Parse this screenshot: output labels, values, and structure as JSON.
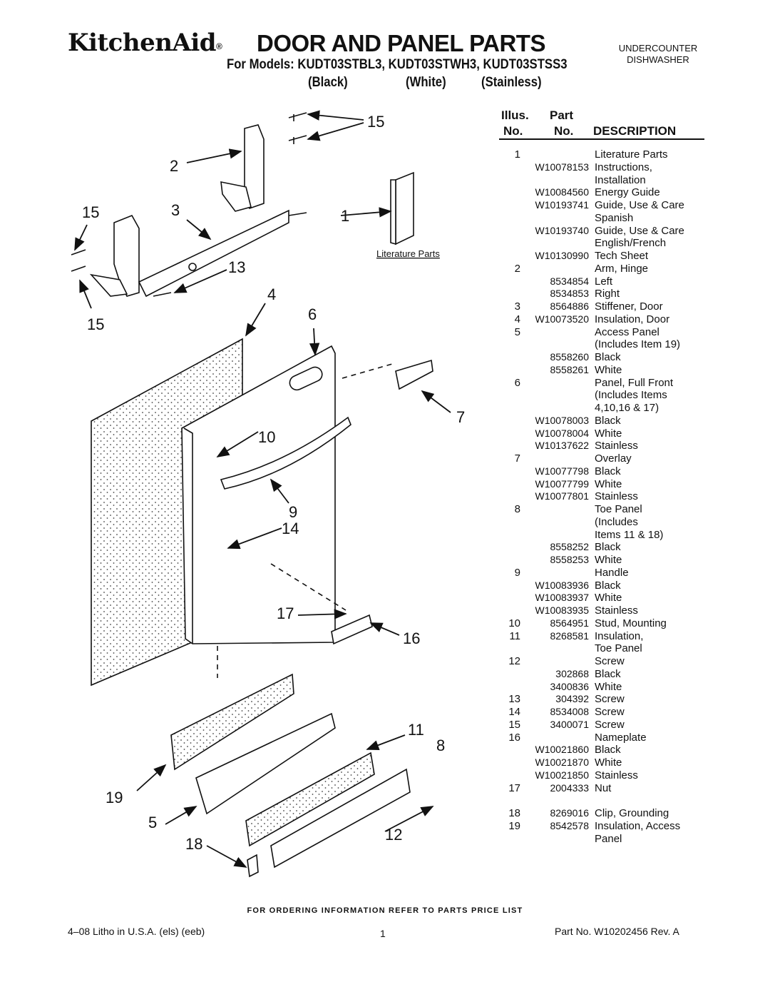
{
  "header": {
    "brand": "KitchenAid",
    "brand_mark": "®",
    "title": "DOOR AND PANEL PARTS",
    "category_line1": "UNDERCOUNTER",
    "category_line2": "DISHWASHER",
    "models": "For Models: KUDT03STBL3, KUDT03STWH3, KUDT03STSS3",
    "variants": [
      "(Black)",
      "(White)",
      "(Stainless)"
    ]
  },
  "diagram": {
    "callouts": [
      "15",
      "2",
      "15",
      "3",
      "1",
      "13",
      "15",
      "4",
      "6",
      "10",
      "7",
      "9",
      "14",
      "17",
      "16",
      "11",
      "8",
      "19",
      "5",
      "18",
      "12"
    ],
    "literature_label": "Literature Parts"
  },
  "table": {
    "headers": {
      "illus_top": "Illus.",
      "illus_bottom": "No.",
      "part_top": "Part",
      "part_bottom": "No.",
      "description": "DESCRIPTION"
    },
    "rows": [
      {
        "illus": "1",
        "part": "",
        "desc": "Literature Parts"
      },
      {
        "illus": "",
        "part": "W10078153",
        "desc": "Instructions,"
      },
      {
        "illus": "",
        "part": "",
        "desc": "Installation"
      },
      {
        "illus": "",
        "part": "W10084560",
        "desc": "Energy Guide"
      },
      {
        "illus": "",
        "part": "W10193741",
        "desc": "Guide, Use & Care"
      },
      {
        "illus": "",
        "part": "",
        "desc": "Spanish"
      },
      {
        "illus": "",
        "part": "W10193740",
        "desc": "Guide, Use & Care"
      },
      {
        "illus": "",
        "part": "",
        "desc": "English/French"
      },
      {
        "illus": "",
        "part": "W10130990",
        "desc": "Tech Sheet"
      },
      {
        "illus": "2",
        "part": "",
        "desc": "Arm, Hinge"
      },
      {
        "illus": "",
        "part": "8534854",
        "desc": "Left"
      },
      {
        "illus": "",
        "part": "8534853",
        "desc": "Right"
      },
      {
        "illus": "3",
        "part": "8564886",
        "desc": "Stiffener, Door"
      },
      {
        "illus": "4",
        "part": "W10073520",
        "desc": "Insulation, Door"
      },
      {
        "illus": "5",
        "part": "",
        "desc": "Access Panel"
      },
      {
        "illus": "",
        "part": "",
        "desc": "(Includes Item 19)"
      },
      {
        "illus": "",
        "part": "8558260",
        "desc": "Black"
      },
      {
        "illus": "",
        "part": "8558261",
        "desc": "White"
      },
      {
        "illus": "6",
        "part": "",
        "desc": "Panel, Full Front"
      },
      {
        "illus": "",
        "part": "",
        "desc": "(Includes Items"
      },
      {
        "illus": "",
        "part": "",
        "desc": "4,10,16 & 17)"
      },
      {
        "illus": "",
        "part": "W10078003",
        "desc": "Black"
      },
      {
        "illus": "",
        "part": "W10078004",
        "desc": "White"
      },
      {
        "illus": "",
        "part": "W10137622",
        "desc": "Stainless"
      },
      {
        "illus": "7",
        "part": "",
        "desc": "Overlay"
      },
      {
        "illus": "",
        "part": "W10077798",
        "desc": "Black"
      },
      {
        "illus": "",
        "part": "W10077799",
        "desc": "White"
      },
      {
        "illus": "",
        "part": "W10077801",
        "desc": "Stainless"
      },
      {
        "illus": "8",
        "part": "",
        "desc": "Toe Panel"
      },
      {
        "illus": "",
        "part": "",
        "desc": "(Includes"
      },
      {
        "illus": "",
        "part": "",
        "desc": "Items 11 & 18)"
      },
      {
        "illus": "",
        "part": "8558252",
        "desc": "Black"
      },
      {
        "illus": "",
        "part": "8558253",
        "desc": "White"
      },
      {
        "illus": "9",
        "part": "",
        "desc": "Handle"
      },
      {
        "illus": "",
        "part": "W10083936",
        "desc": "Black"
      },
      {
        "illus": "",
        "part": "W10083937",
        "desc": "White"
      },
      {
        "illus": "",
        "part": "W10083935",
        "desc": "Stainless"
      },
      {
        "illus": "10",
        "part": "8564951",
        "desc": "Stud, Mounting"
      },
      {
        "illus": "11",
        "part": "8268581",
        "desc": "Insulation,"
      },
      {
        "illus": "",
        "part": "",
        "desc": "Toe Panel"
      },
      {
        "illus": "12",
        "part": "",
        "desc": "Screw"
      },
      {
        "illus": "",
        "part": "302868",
        "desc": "Black"
      },
      {
        "illus": "",
        "part": "3400836",
        "desc": "White"
      },
      {
        "illus": "13",
        "part": "304392",
        "desc": "Screw"
      },
      {
        "illus": "14",
        "part": "8534008",
        "desc": "Screw"
      },
      {
        "illus": "15",
        "part": "3400071",
        "desc": "Screw"
      },
      {
        "illus": "16",
        "part": "",
        "desc": "Nameplate"
      },
      {
        "illus": "",
        "part": "W10021860",
        "desc": "Black"
      },
      {
        "illus": "",
        "part": "W10021870",
        "desc": "White"
      },
      {
        "illus": "",
        "part": "W10021850",
        "desc": "Stainless"
      },
      {
        "illus": "17",
        "part": "2004333",
        "desc": "Nut"
      },
      {
        "illus": "",
        "part": "",
        "desc": ""
      },
      {
        "illus": "18",
        "part": "8269016",
        "desc": "Clip, Grounding"
      },
      {
        "illus": "19",
        "part": "8542578",
        "desc": "Insulation, Access"
      },
      {
        "illus": "",
        "part": "",
        "desc": "Panel"
      }
    ]
  },
  "footer": {
    "order_note": "FOR ORDERING INFORMATION REFER TO PARTS PRICE LIST",
    "litho": "4–08 Litho in U.S.A. (els) (eeb)",
    "page": "1",
    "part_no": "Part No. W10202456 Rev. A"
  }
}
